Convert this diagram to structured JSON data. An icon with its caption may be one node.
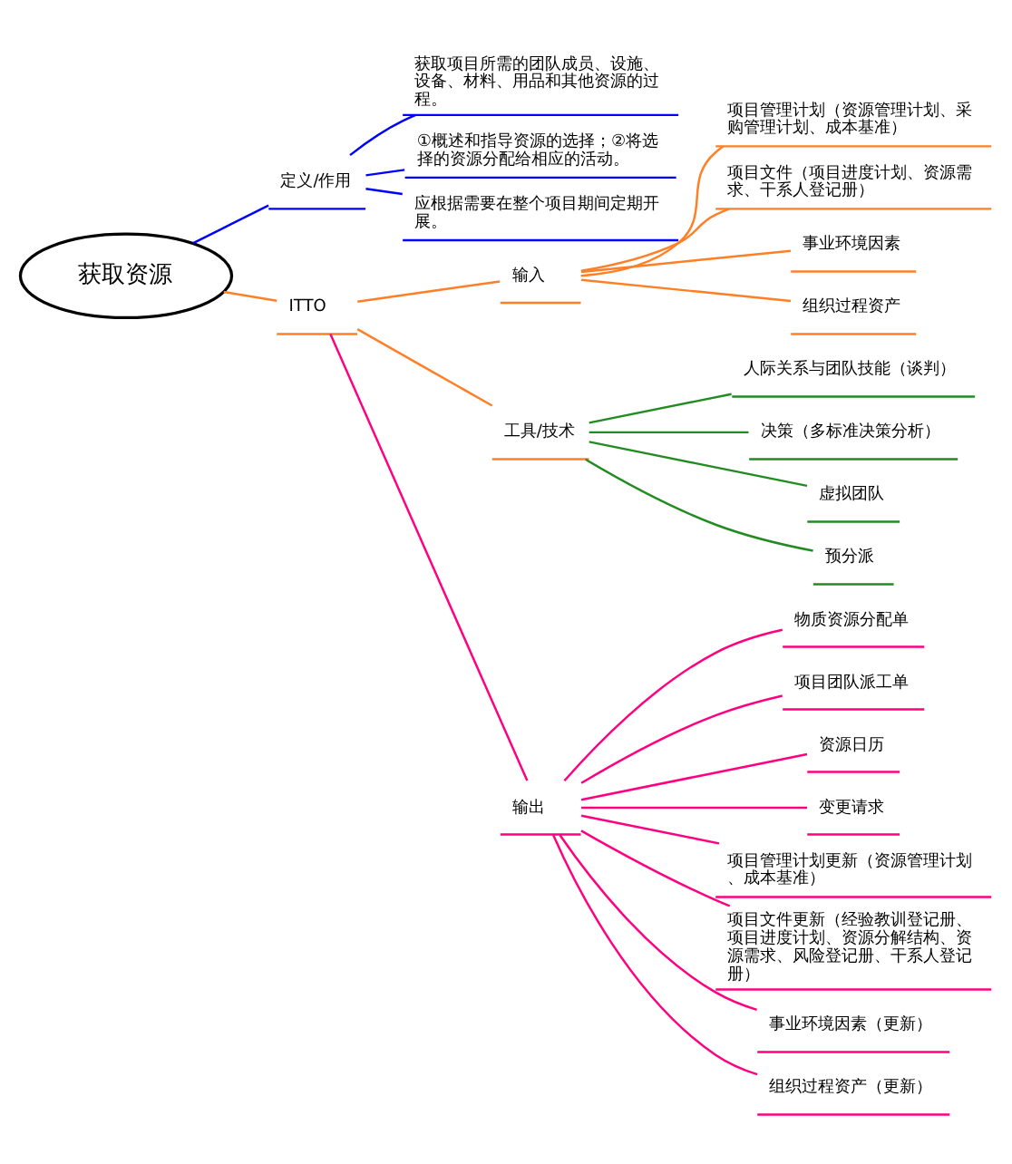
{
  "diagram": {
    "nodes": [
      {
        "text": [
          "获取资源"
        ]
      },
      {
        "text": [
          "定义/作用"
        ]
      },
      {
        "text": [
          "获取项目所需的团队成员、设施、设备、材料、用品和其他资源的过程。"
        ]
      },
      {
        "text": [
          "①概述和指导资源的选择；②将选择的资源分配给相应的活动。"
        ]
      },
      {
        "text": [
          "应根据需要在整个项目期间定期开展。"
        ]
      },
      {
        "text": [
          "ITTO"
        ]
      },
      {
        "text": [
          "输入"
        ]
      },
      {
        "text": [
          "项目管理计划（资源管理计划、采购管理计划、成本基准）"
        ]
      },
      {
        "text": [
          "项目文件（项目进度计划、资源需求、干系人登记册）"
        ]
      },
      {
        "text": [
          "事业环境因素"
        ]
      },
      {
        "text": [
          "组织过程资产"
        ]
      },
      {
        "text": [
          "工具/技术"
        ]
      },
      {
        "text": [
          "人际关系与团队技能（谈判）"
        ]
      },
      {
        "text": [
          "决策（多标准决策分析）"
        ]
      },
      {
        "text": [
          "虚拟团队"
        ]
      },
      {
        "text": [
          "预分派"
        ]
      },
      {
        "text": [
          "输出"
        ]
      },
      {
        "text": [
          "物质资源分配单"
        ]
      },
      {
        "text": [
          "项目团队派工单"
        ]
      },
      {
        "text": [
          "资源日历"
        ]
      },
      {
        "text": [
          "变更请求"
        ]
      },
      {
        "text": [
          "项目管理计划更新（资源管理计划、成本基准）"
        ]
      },
      {
        "text": [
          "项目文件更新（经验教训登记册、项目进度计划、资源分解结构、资源需求、风险登记册、干系人登记册）"
        ]
      },
      {
        "text": [
          "事业环境因素（更新）"
        ]
      },
      {
        "text": [
          "组织过程资产（更新）"
        ]
      }
    ],
    "edges": [
      {
        "from": 0,
        "to": 1,
        "arrow": "none",
        "color": "#0000ff"
      },
      {
        "from": 1,
        "to": 2,
        "arrow": "none",
        "color": "#0000ff"
      },
      {
        "from": 1,
        "to": 3,
        "arrow": "none",
        "color": "#0000ff"
      },
      {
        "from": 1,
        "to": 4,
        "arrow": "none",
        "color": "#0000ff"
      },
      {
        "from": 0,
        "to": 5,
        "arrow": "none",
        "color": "#ff7f27"
      },
      {
        "from": 5,
        "to": 6,
        "arrow": "none",
        "color": "#ff7f27"
      },
      {
        "from": 6,
        "to": 7,
        "arrow": "none",
        "color": "#ff7f27"
      },
      {
        "from": 6,
        "to": 8,
        "arrow": "none",
        "color": "#ff7f27"
      },
      {
        "from": 6,
        "to": 9,
        "arrow": "none",
        "color": "#ff7f27"
      },
      {
        "from": 6,
        "to": 10,
        "arrow": "none",
        "color": "#ff7f27"
      },
      {
        "from": 5,
        "to": 11,
        "arrow": "none",
        "color": "#ff7f27"
      },
      {
        "from": 11,
        "to": 12,
        "arrow": "none",
        "color": "#228b22"
      },
      {
        "from": 11,
        "to": 13,
        "arrow": "none",
        "color": "#228b22"
      },
      {
        "from": 11,
        "to": 14,
        "arrow": "none",
        "color": "#228b22"
      },
      {
        "from": 11,
        "to": 15,
        "arrow": "none",
        "color": "#228b22"
      },
      {
        "from": 5,
        "to": 16,
        "arrow": "none",
        "color": "#ff0080"
      },
      {
        "from": 16,
        "to": 17,
        "arrow": "none",
        "color": "#ff0080"
      },
      {
        "from": 16,
        "to": 18,
        "arrow": "none",
        "color": "#ff0080"
      },
      {
        "from": 16,
        "to": 19,
        "arrow": "none",
        "color": "#ff0080"
      },
      {
        "from": 16,
        "to": 20,
        "arrow": "none",
        "color": "#ff0080"
      },
      {
        "from": 16,
        "to": 21,
        "arrow": "none",
        "color": "#ff0080"
      },
      {
        "from": 16,
        "to": 22,
        "arrow": "none",
        "color": "#ff0080"
      },
      {
        "from": 16,
        "to": 23,
        "arrow": "none",
        "color": "#ff0080"
      },
      {
        "from": 16,
        "to": 24,
        "arrow": "none",
        "color": "#ff0080"
      }
    ]
  }
}
